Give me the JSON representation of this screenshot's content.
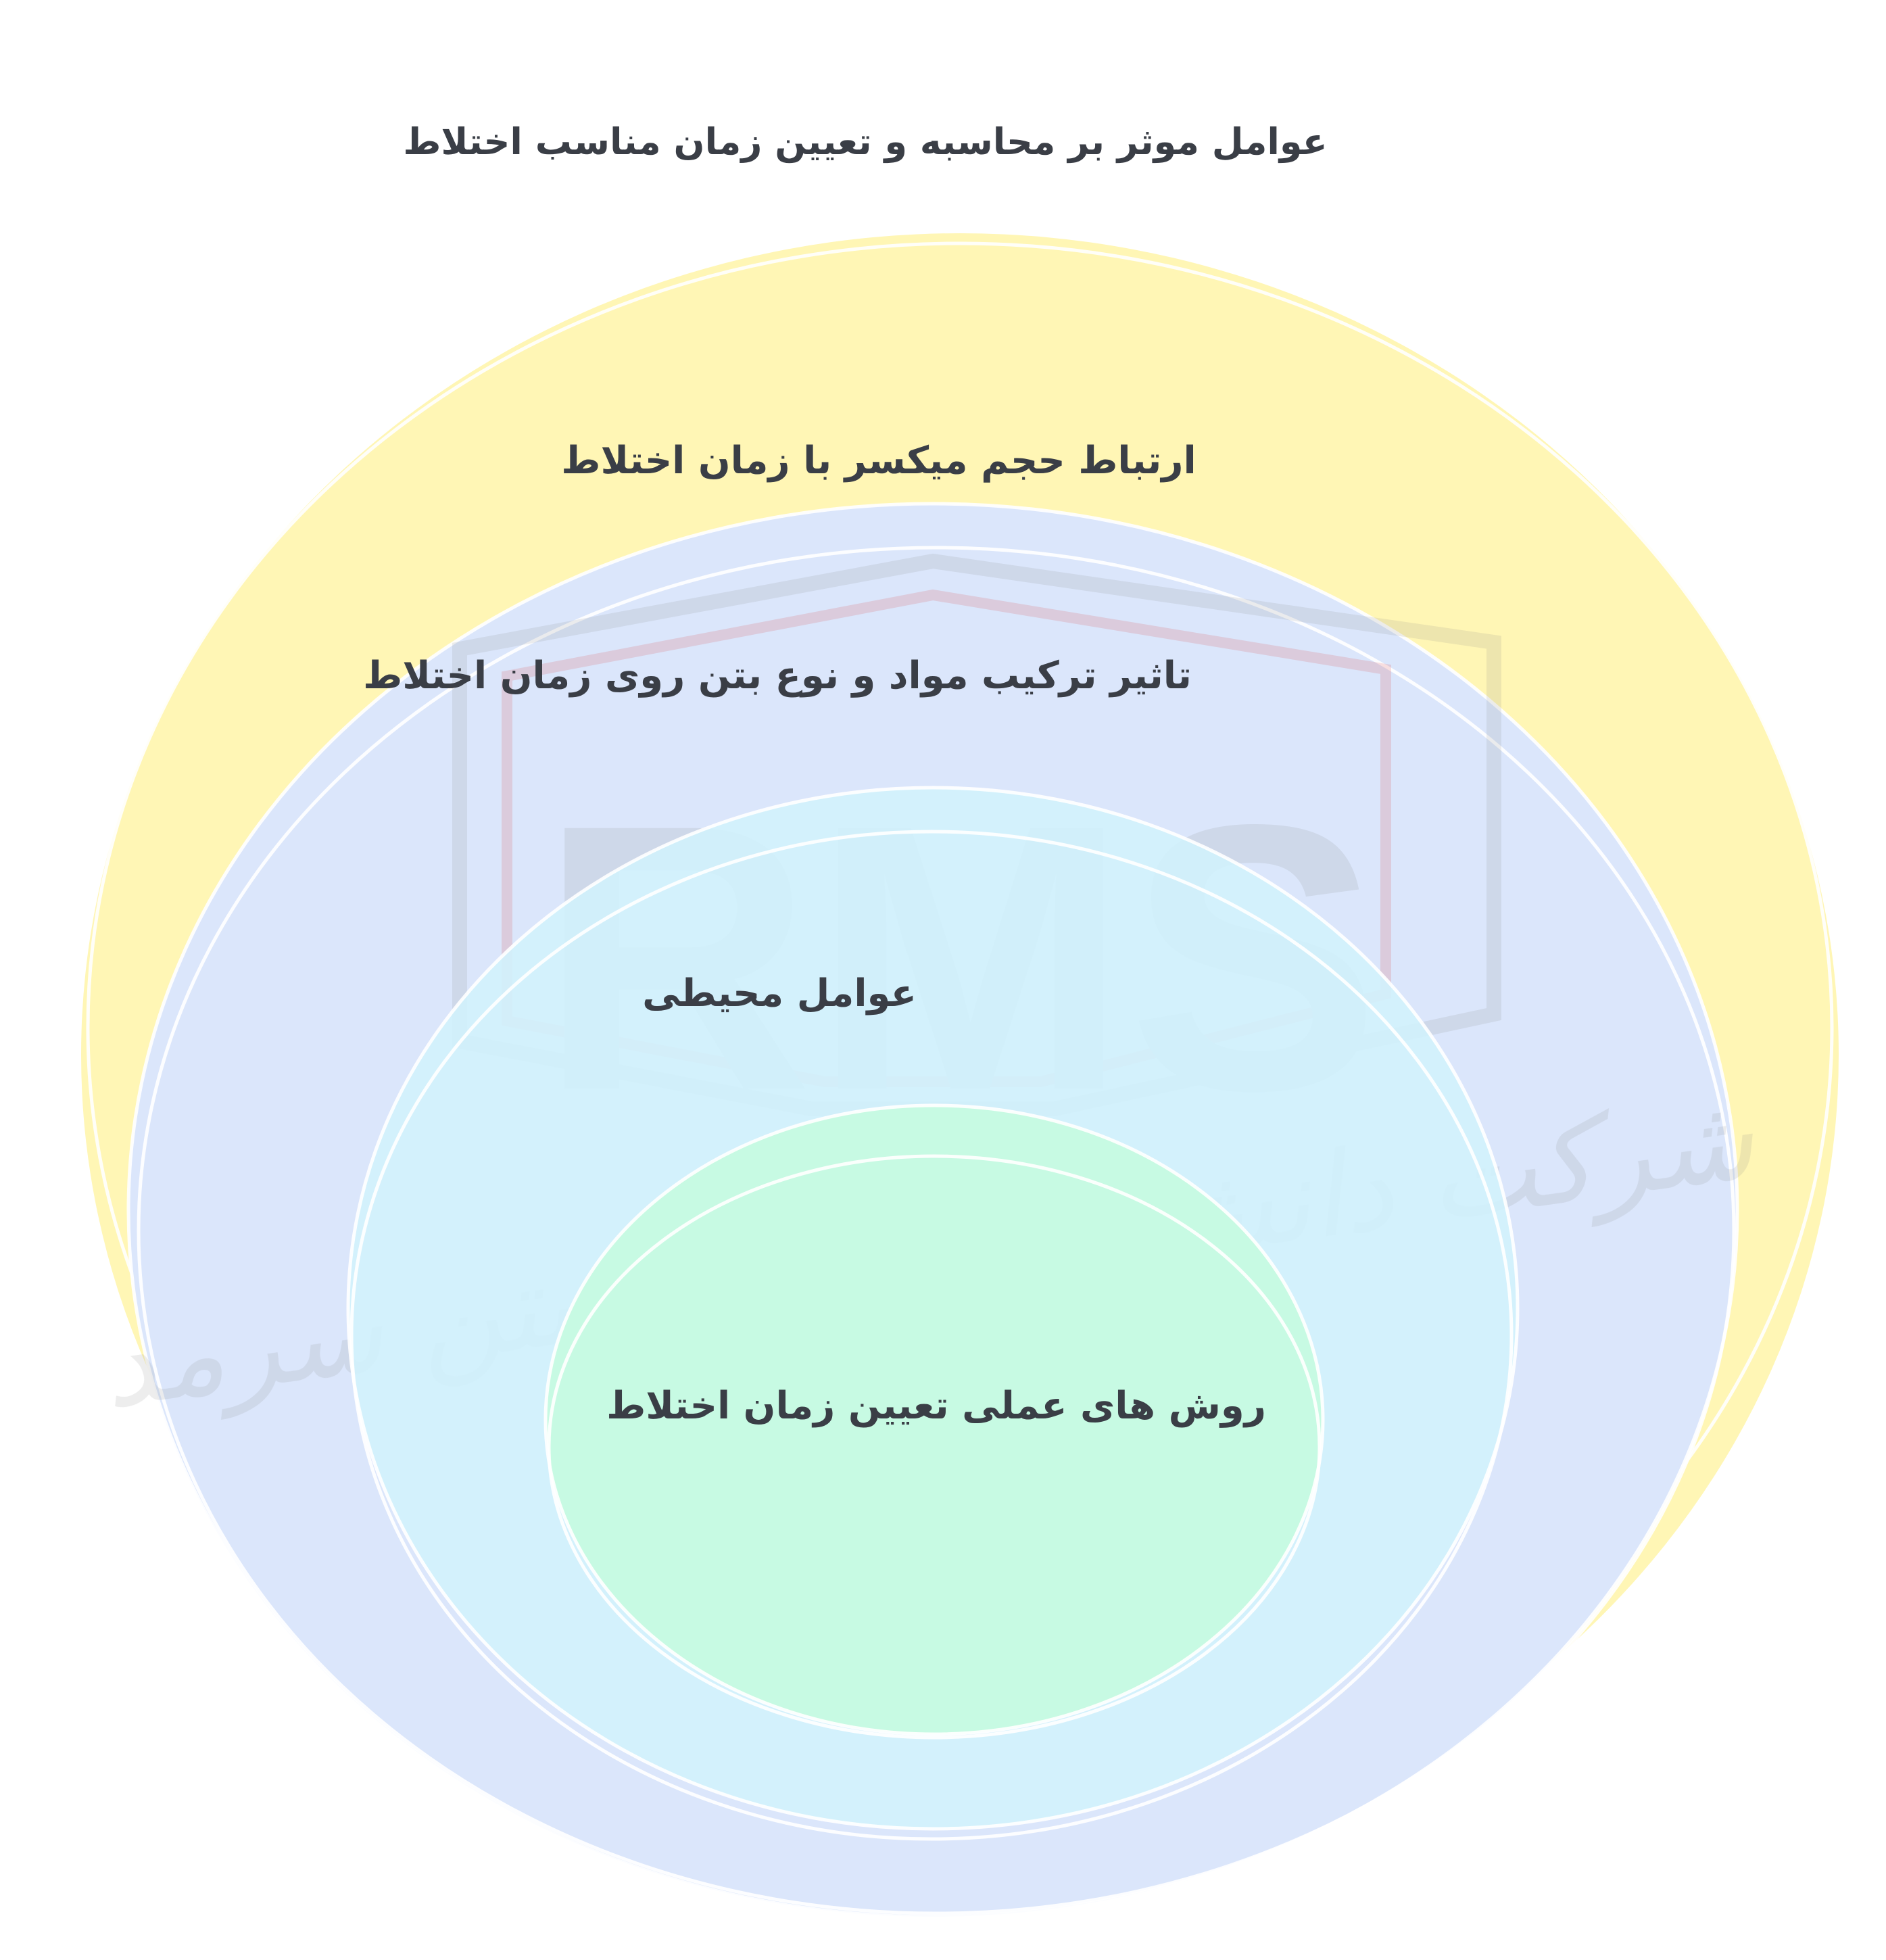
{
  "title": "عوامل موثر بر محاسبه و تعیین زمان مناسب اختلاط",
  "layers": [
    {
      "id": "outer",
      "label": "ارتباط حجم میکسر با زمان اختلاط",
      "color": "#fff6b5"
    },
    {
      "id": "second",
      "label": "تاثیر ترکیب مواد و نوع بتن روی زمان اختلاط",
      "color": "#dbe6fb"
    },
    {
      "id": "third",
      "label": "عوامل محیطی",
      "color": "#d2f2fc"
    },
    {
      "id": "inner",
      "label": "روش های عملی تعیین زمان اختلاط",
      "color": "#c6fbe2"
    }
  ],
  "watermark": {
    "logo_text": "RMS",
    "company_text": "شرکت دانش بنیان افراز بتن سرمد",
    "colors": {
      "red": "#e03a3a",
      "gray": "#8a8a8a"
    }
  }
}
